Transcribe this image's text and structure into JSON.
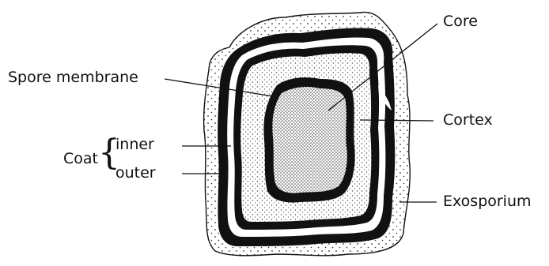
{
  "labels": {
    "core": "Core",
    "spore_membrane": "Spore membrane",
    "cortex": "Cortex",
    "coat": "Coat",
    "coat_inner": "inner",
    "coat_outer": "outer",
    "exosporium": "Exosporium"
  },
  "brace_glyph": "{",
  "colors": {
    "ink": "#111111",
    "background": "#ffffff"
  }
}
